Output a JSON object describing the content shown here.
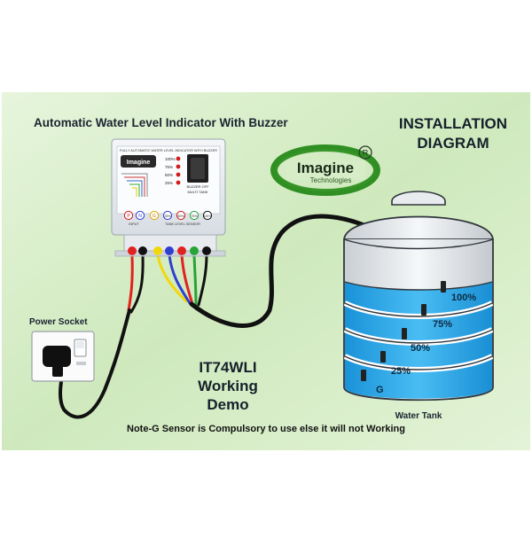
{
  "title": "Automatic Water Level Indicator With Buzzer",
  "heading": {
    "line1": "INSTALLATION",
    "line2": "DIAGRAM"
  },
  "logo": {
    "name": "Imagine",
    "sub": "Technologies",
    "mark": "R"
  },
  "panel": {
    "header": "FULLY AUTOMATIC WATER LEVEL INDICATOR WITH BUZZER",
    "brand": "Imagine",
    "levels": [
      "100%",
      "75%",
      "50%",
      "25%"
    ],
    "buzzer_label": "BUZZER OFF",
    "tank_label": "MULTI TANK",
    "terminals": [
      "P",
      "N",
      "G",
      "25%",
      "50%",
      "75%",
      "100%"
    ],
    "input_label": "INPUT",
    "sensor_label": "TANK LEVEL SENSOR"
  },
  "power_socket_label": "Power Socket",
  "demo": {
    "line1": "IT74WLI",
    "line2": "Working",
    "line3": "Demo"
  },
  "tank": {
    "label": "Water Tank",
    "levels": [
      "100%",
      "75%",
      "50%",
      "25%"
    ],
    "ground": "G"
  },
  "note": "Note-G Sensor is Compulsory to use else it will not Working",
  "colors": {
    "background": "#d9efcc",
    "water": "#2aa8e8",
    "wire_red": "#e0231f",
    "wire_yellow": "#f2d80a",
    "wire_blue": "#2f3fd0",
    "wire_green": "#27a338",
    "wire_black": "#111111",
    "logo_green": "#3c9b2c"
  }
}
